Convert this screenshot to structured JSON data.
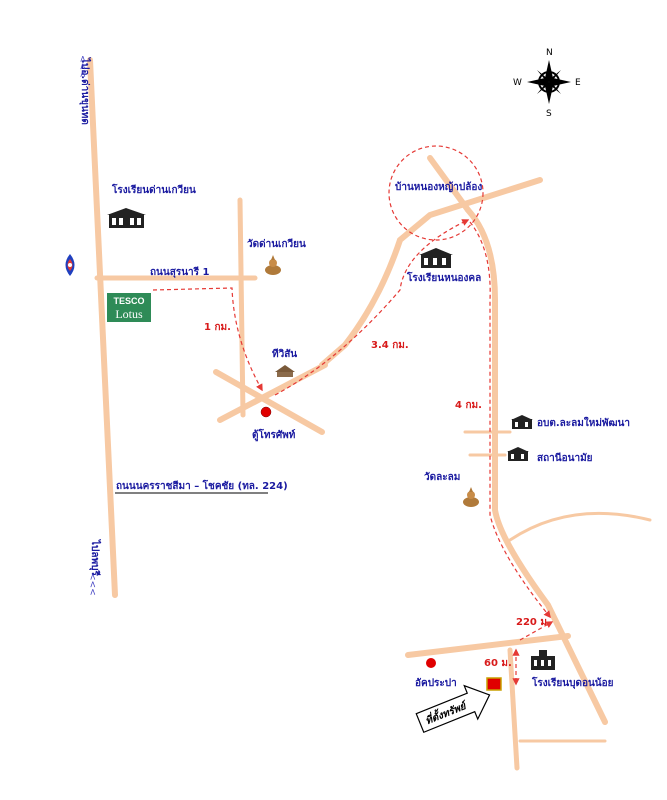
{
  "colors": {
    "road": "#f7c9a3",
    "route": "#e53935",
    "label": "#1a1aa0",
    "distance": "#d81b1b",
    "lotus": "#2e8b57"
  },
  "compass": {
    "n": "N",
    "s": "S",
    "e": "E",
    "w": "W"
  },
  "labels": {
    "to_kham": "ไปอ.ด่านขุนทด",
    "to_lopburi": "ไปลพบุรี",
    "school_kham": "โรงเรียนด่านเกวียน",
    "wat_kham": "วัดด่านเกวียน",
    "road_suranari": "ถนนสุรนารี 1",
    "tesco_line1": "TESCO",
    "tesco_line2": "Lotus",
    "village": "บ้านหนองหญ้าปล้อง",
    "school_nong": "โรงเรียนหนองคล",
    "thisin": "ทีวิสัน",
    "telephone": "ตู้โทรศัพท์",
    "highway": "ถนนนครราชสีมา – โชคชัย (ทล. 224)",
    "obt": "อบต.ละลมใหม่พัฒนา",
    "health": "สถานีอนามัย",
    "wat_lalom": "วัดละลม",
    "school_final": "โรงเรียนบุดอนน้อย",
    "tap": "อัคประปา",
    "site": "ที่ตั้งทรัพย์"
  },
  "distances": {
    "d1": "1 กม.",
    "d2": "3.4 กม.",
    "d3": "4 กม.",
    "d4": "220 ม.",
    "d5": "60 ม."
  }
}
